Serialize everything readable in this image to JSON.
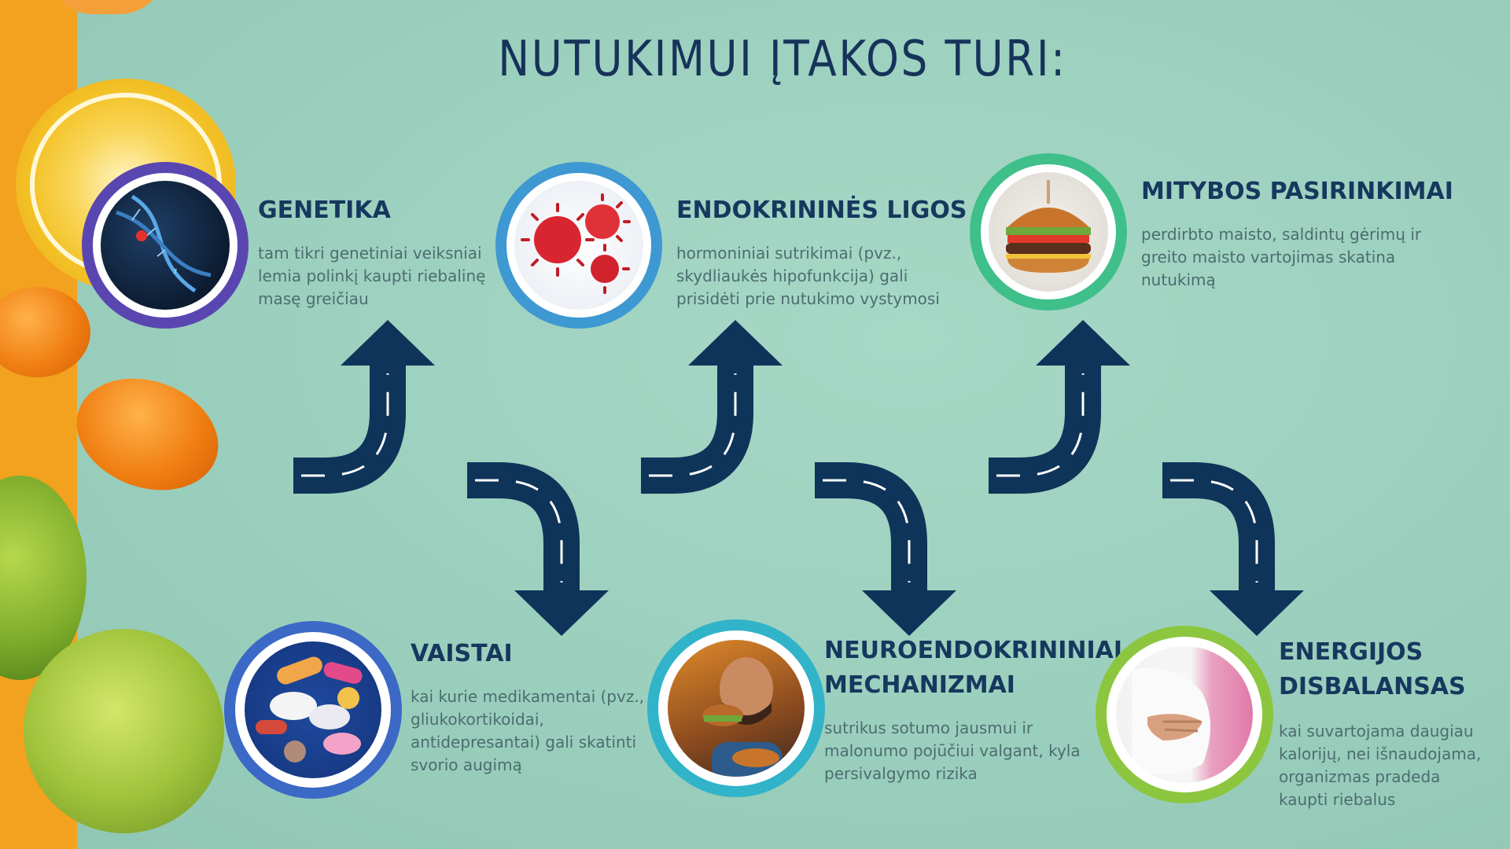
{
  "title": "NUTUKIMUI ĮTAKOS TURI:",
  "colors": {
    "title": "#16335a",
    "heading": "#16385e",
    "text": "#4c6d70",
    "arrow": "#0f345a",
    "background": "#9fd3c0"
  },
  "factors": [
    {
      "id": "genetika",
      "heading": "GENETIKA",
      "description": "tam tikri genetiniai veiksniai lemia polinkį kaupti riebalinę masę greičiau",
      "ring_color": "#5a46b0",
      "icon": "dna-icon"
    },
    {
      "id": "endokrinines",
      "heading": "ENDOKRININĖS LIGOS",
      "description": "hormoniniai sutrikimai (pvz., skydliaukės hipofunkcija) gali prisidėti prie nutukimo vystymosi",
      "ring_color": "#3e98d2",
      "icon": "virus-icon"
    },
    {
      "id": "mitybos",
      "heading": "MITYBOS PASIRINKIMAI",
      "description": "perdirbto maisto, saldintų gėrimų ir greito maisto vartojimas skatina nutukimą",
      "ring_color": "#3fbf8a",
      "icon": "burger-icon"
    },
    {
      "id": "vaistai",
      "heading": "VAISTAI",
      "description": "kai kurie medikamentai (pvz., gliukokortikoidai, antidepresantai) gali skatinti svorio augimą",
      "ring_color": "#3c68c6",
      "icon": "pills-icon"
    },
    {
      "id": "neuro",
      "heading_lines": [
        "NEUROENDOKRININIAI",
        "MECHANIZMAI"
      ],
      "description": "sutrikus sotumo jausmui ir malonumo pojūčiui valgant, kyla persivalgymo rizika",
      "ring_color": "#31b3c9",
      "icon": "person-eating-icon"
    },
    {
      "id": "energijos",
      "heading_lines": [
        "ENERGIJOS",
        "DISBALANSAS"
      ],
      "description": "kai suvartojama daugiau kalorijų, nei išnaudojama, organizmas pradeda kaupti riebalus",
      "ring_color": "#8cc63f",
      "icon": "belly-icon"
    }
  ]
}
